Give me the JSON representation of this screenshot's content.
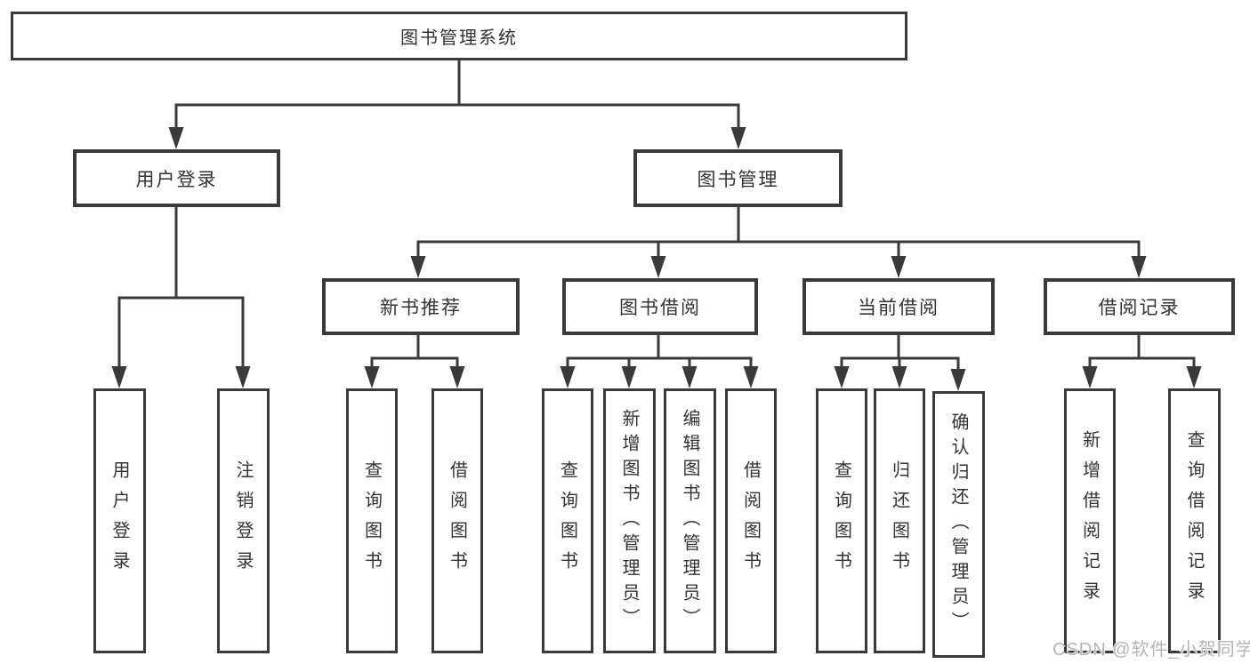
{
  "colors": {
    "line": "#3a3a3a",
    "text": "#333333",
    "background": "#ffffff",
    "watermark": "#b5b5b5"
  },
  "watermark": {
    "text": "CSDN @软件_小贺同学"
  },
  "tree": {
    "root": {
      "label": "图书管理系统"
    },
    "branches": [
      {
        "label": "用户登录",
        "children": [
          {
            "label": "用户登录"
          },
          {
            "label": "注销登录"
          }
        ]
      },
      {
        "label": "图书管理",
        "children": [
          {
            "label": "新书推荐",
            "children": [
              {
                "label": "查询图书"
              },
              {
                "label": "借阅图书"
              }
            ]
          },
          {
            "label": "图书借阅",
            "children": [
              {
                "label": "查询图书"
              },
              {
                "label": "新增图书（管理员）"
              },
              {
                "label": "编辑图书（管理员）"
              },
              {
                "label": "借阅图书"
              }
            ]
          },
          {
            "label": "当前借阅",
            "children": [
              {
                "label": "查询图书"
              },
              {
                "label": "归还图书"
              },
              {
                "label": "确认归还（管理员）"
              }
            ]
          },
          {
            "label": "借阅记录",
            "children": [
              {
                "label": "新增借阅记录"
              },
              {
                "label": "查询借阅记录"
              }
            ]
          }
        ]
      }
    ]
  }
}
